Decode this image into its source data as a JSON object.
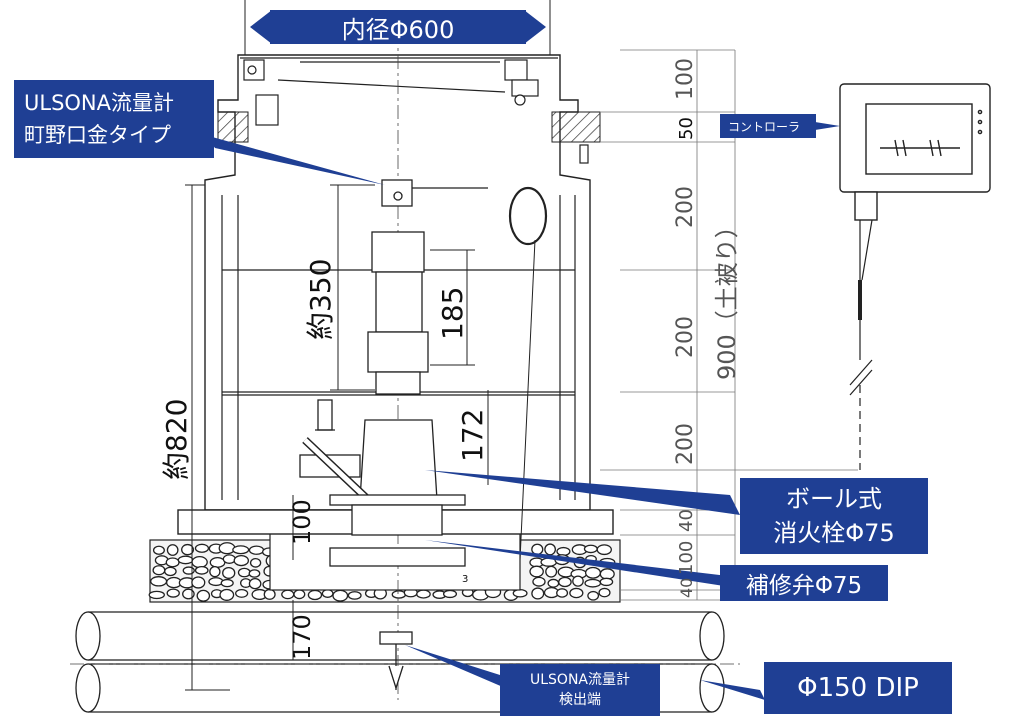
{
  "dimensions": {
    "inner_diameter": "内径Φ600",
    "approx_350": "約350",
    "approx_820": "約820",
    "d185": "185",
    "d172": "172",
    "d100": "100",
    "d170": "170",
    "right_100": "100",
    "right_50": "50",
    "right_200a": "200",
    "right_200b": "200",
    "right_200c": "200",
    "right_40": "40",
    "right_100b": "100",
    "right_40b": "40",
    "cover_depth": "900（土被り）",
    "small_3": "3"
  },
  "callouts": {
    "ulsona_top": [
      "ULSONA流量計",
      "町野口金タイプ"
    ],
    "controller": "コントローラ",
    "ball_hydrant": [
      "ボール式",
      "消火栓Φ75"
    ],
    "repair_valve": "補修弁Φ75",
    "ulsona_sensor": [
      "ULSONA流量計",
      "検出端"
    ],
    "pipe": "Φ150 DIP"
  },
  "colors": {
    "callout_bg": "#1f3f94",
    "callout_text": "#ffffff",
    "line": "#222222"
  }
}
